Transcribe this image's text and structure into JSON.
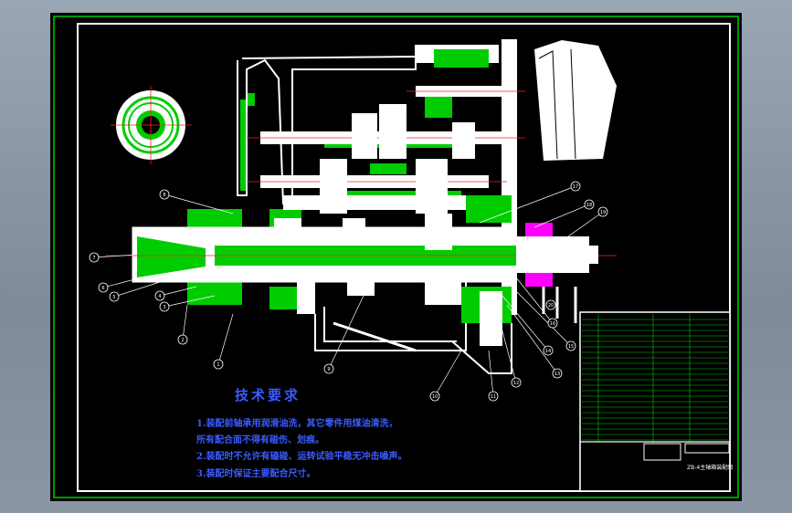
{
  "tech_requirements": {
    "title": "技术要求",
    "lines": [
      "1.装配前轴承用润滑油洗，其它零件用煤油清洗，",
      "  所有配合面不得有碰伤、划痕。",
      "2.装配时不允许有磕碰、运转试验平稳无冲击噪声。",
      "3.装配时保证主要配合尺寸。"
    ]
  },
  "title_block": {
    "drawing_name": "ZB-4主轴箱装配图"
  },
  "balloons": [
    "1",
    "2",
    "3",
    "4",
    "5",
    "6",
    "7",
    "8",
    "9",
    "10",
    "11",
    "12",
    "13",
    "14",
    "15",
    "16",
    "17",
    "18",
    "19",
    "20"
  ],
  "colors": {
    "background": "#000000",
    "part": "#ffffff",
    "section": "#00cc00",
    "border": "#00cc00",
    "center": "#ff2020",
    "magenta": "#ff00ff",
    "text": "#3a5bff"
  }
}
